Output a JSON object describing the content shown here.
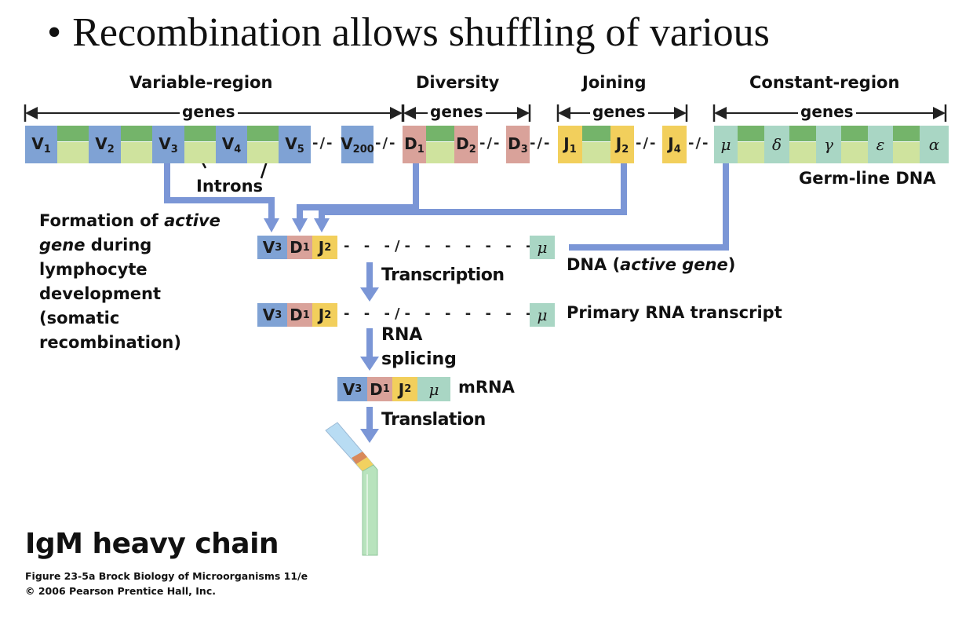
{
  "slide": {
    "bullet": "•",
    "heading": "Recombination allows shuffling of various"
  },
  "germline": {
    "groups": [
      {
        "title": "Variable-region",
        "genes_label": "genes"
      },
      {
        "title": "Diversity",
        "genes_label": "genes"
      },
      {
        "title": "Joining",
        "genes_label": "genes"
      },
      {
        "title": "Constant-region",
        "genes_label": "genes"
      }
    ],
    "v_segments": [
      "V1",
      "V2",
      "V3",
      "V4",
      "V5",
      "V200"
    ],
    "d_segments": [
      "D1",
      "D2",
      "D3"
    ],
    "j_segments": [
      "J1",
      "J2",
      "J4"
    ],
    "c_segments": [
      "μ",
      "δ",
      "γ",
      "ε",
      "α"
    ],
    "break_marker": "-/-",
    "introns_label": "Introns",
    "dna_label": "Germ-line DNA"
  },
  "process": {
    "side_label_lines": [
      "Formation of",
      "active",
      "gene",
      "during",
      "lymphocyte",
      "development",
      "(somatic",
      "recombination)"
    ],
    "active_gene": {
      "segments": [
        "V3",
        "D1",
        "J2"
      ],
      "constant": "μ",
      "label_prefix": "DNA (",
      "label_italic": "active gene",
      "label_suffix": ")"
    },
    "step_transcription": "Transcription",
    "primary_transcript": {
      "segments": [
        "V3",
        "D1",
        "J2"
      ],
      "constant": "μ",
      "label": "Primary RNA transcript"
    },
    "step_splicing_line1": "RNA",
    "step_splicing_line2": "splicing",
    "mrna": {
      "segments": [
        "V3",
        "D1",
        "J2",
        "μ"
      ],
      "label": "mRNA"
    },
    "step_translation": "Translation"
  },
  "caption": {
    "title": "IgM heavy chain",
    "figure": "Figure 23-5a  Brock Biology of Microorganisms 11/e",
    "copyright": "© 2006 Pearson Prentice Hall, Inc."
  },
  "colors": {
    "v": "#7fa2d4",
    "d": "#d9a29a",
    "j": "#f2cf5c",
    "c": "#a9d6c4",
    "intron_top": "#74b46a",
    "intron_bottom": "#cfe39e",
    "arrow": "#7b96d6"
  }
}
